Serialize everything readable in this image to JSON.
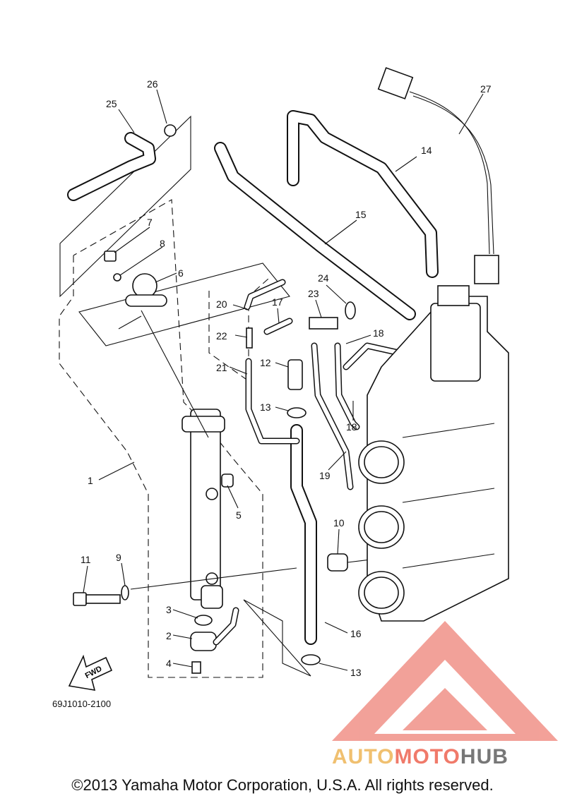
{
  "diagram": {
    "code": "69J1010-2100",
    "copyright": "©2013 Yamaha Motor Corporation, U.S.A. All rights reserved.",
    "fwd_label": "FWD",
    "callouts": [
      "1",
      "2",
      "3",
      "4",
      "5",
      "6",
      "7",
      "8",
      "9",
      "10",
      "11",
      "12",
      "13",
      "13",
      "14",
      "15",
      "16",
      "17",
      "18",
      "18",
      "19",
      "20",
      "21",
      "22",
      "23",
      "24",
      "25",
      "26",
      "27"
    ]
  },
  "watermark": {
    "brand_part1": "AUTO",
    "brand_part2": "MOTO",
    "brand_part3": "HUB",
    "colors": {
      "auto": "#f0c070",
      "moto": "#f07a6a",
      "hub": "#777777",
      "triangle": "#f08a80"
    }
  }
}
